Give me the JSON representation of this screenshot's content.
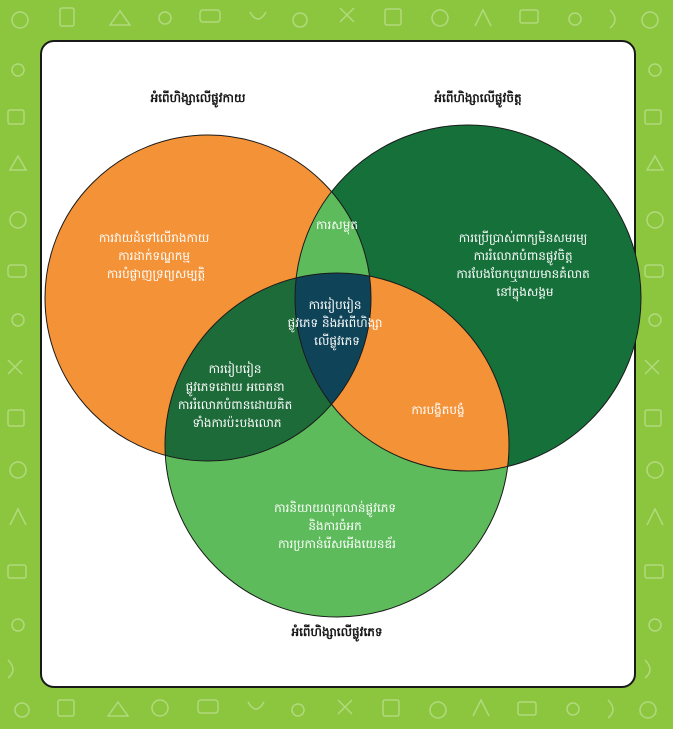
{
  "colors": {
    "background_green": "#8cc63f",
    "physical_orange": "#f39237",
    "emotional_dark_green": "#15703a",
    "sexual_light_green": "#5dbb5b",
    "overlap_physical_sexual": "#1e6b3a",
    "center_dark_teal": "#0f4458",
    "card_white": "#ffffff"
  },
  "titles": {
    "physical": "អំពើហិង្សាលើផ្លូវកាយ",
    "emotional": "អំពើហិង្សាលើផ្លូវចិត្ត",
    "sexual": "អំពើហិង្សាលើផ្លូវភេទ"
  },
  "regions": {
    "physical_only": [
      "ការវាយដំទៅលើរាងកាយ",
      "ការដាក់ទណ្ឌកម្ម",
      "ការបំផ្លាញទ្រព្យសម្បត្តិ"
    ],
    "emotional_only": [
      "ការប្រើប្រាស់ពាក្យមិនសមរម្យ",
      "ការរំលោភបំពានផ្លូវចិត្ត",
      "ការបែងចែកឬរោយមានគំលាត",
      "នៅក្នុងសង្គម"
    ],
    "sexual_only": [
      "ការនិយាយលុកលាន់ផ្លូវភេទ",
      "និងការចំអក",
      "ការប្រកាន់រើសអើងយេនឌ័រ"
    ],
    "physical_emotional": [
      "ការសម្លុត"
    ],
    "physical_sexual": [
      "ការរៀបរៀន",
      "ផ្លូវភេទដោយ អចេតនា",
      "ការរំលោភបំពានដោយគិត",
      "ទាំងការប៉ះបងលោភ"
    ],
    "emotional_sexual": [
      "ការបង្ខិតបង្ខំ"
    ],
    "center": [
      "ការរៀបរៀន",
      "ផ្លូវភេទ និងអំពើហិង្សា",
      "លើផ្លូវភេទ"
    ]
  }
}
